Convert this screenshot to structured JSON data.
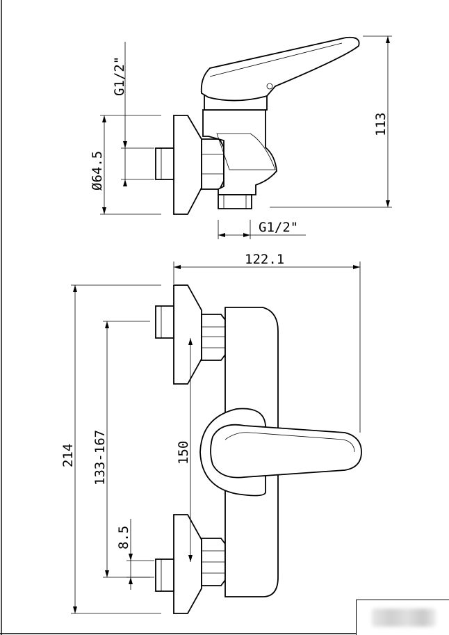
{
  "top_view": {
    "dim_g_vertical": "G1/2\"",
    "dim_diameter": "Ø64.5",
    "dim_height": "113",
    "dim_g_horizontal": "G1/2\""
  },
  "front_view": {
    "dim_width": "122.1",
    "dim_overall": "214",
    "dim_range": "133-167",
    "dim_centers": "150",
    "dim_offset": "8.5"
  },
  "colors": {
    "line": "#000000",
    "background": "#ffffff"
  }
}
